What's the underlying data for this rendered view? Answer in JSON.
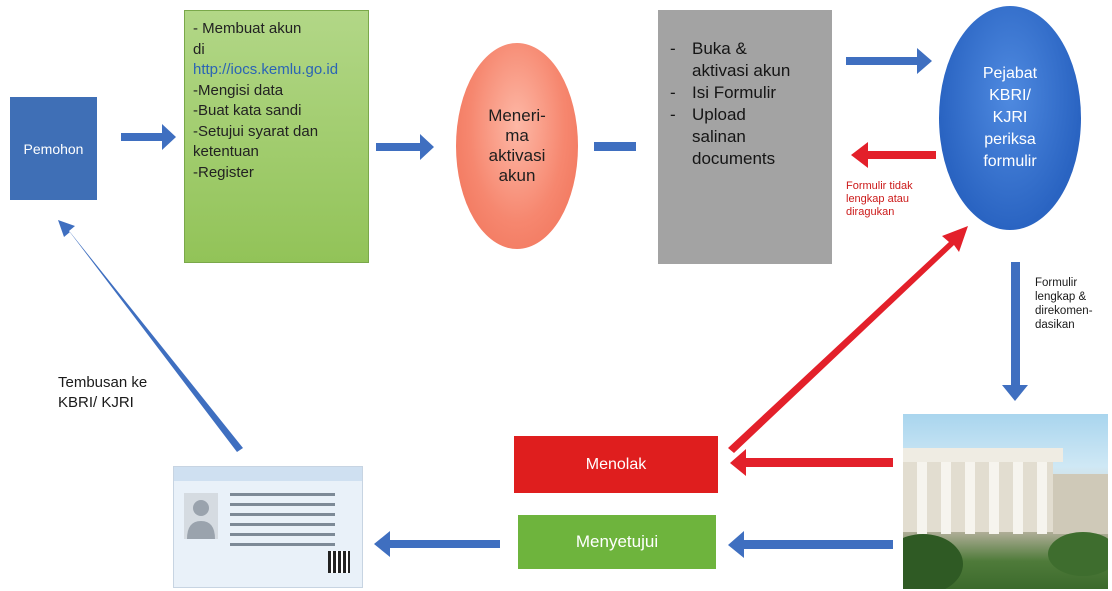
{
  "nodes": {
    "pemohon": "Pemohon",
    "steps": {
      "lines": [
        "- Membuat akun",
        "di"
      ],
      "url": "http://iocs.kemlu.go.id",
      "items": [
        "-Mengisi data",
        "-Buat kata sandi",
        "-Setujui syarat dan",
        "ketentuan",
        "-Register"
      ]
    },
    "terima": [
      "Meneri-",
      "ma",
      "aktivasi",
      "akun"
    ],
    "buka": [
      {
        "dash": "-",
        "lines": [
          "Buka &",
          "aktivasi akun"
        ]
      },
      {
        "dash": "-",
        "lines": [
          "Isi Formulir"
        ]
      },
      {
        "dash": "-",
        "lines": [
          "Upload",
          "salinan",
          "documents"
        ]
      }
    ],
    "pejabat": [
      "Pejabat",
      "KBRI/",
      "KJRI",
      "periksa",
      "formulir"
    ],
    "menolak": "Menolak",
    "menyetujui": "Menyetujui"
  },
  "notes": {
    "tidak_lengkap": [
      "Formulir tidak",
      "lengkap atau",
      "diragukan"
    ],
    "lengkap": [
      "Formulir",
      "lengkap &",
      "direkomen-",
      "dasikan"
    ],
    "tembusan": [
      "Tembusan ke",
      "KBRI/ KJRI"
    ]
  },
  "colors": {
    "arrow_blue": "#3f6fc0",
    "arrow_red": "#e3202a",
    "pemohon_box": "#3f6fb6",
    "steps_box": "#9cc766",
    "terima_oval": "#f6876f",
    "buka_box": "#a3a3a3",
    "pejabat_oval": "#2a64c2",
    "menolak_box": "#df1e1e",
    "menyetujui_box": "#6eb43d"
  },
  "images": {
    "card": "overseas-card-image",
    "building": "ministry-building-photo"
  }
}
